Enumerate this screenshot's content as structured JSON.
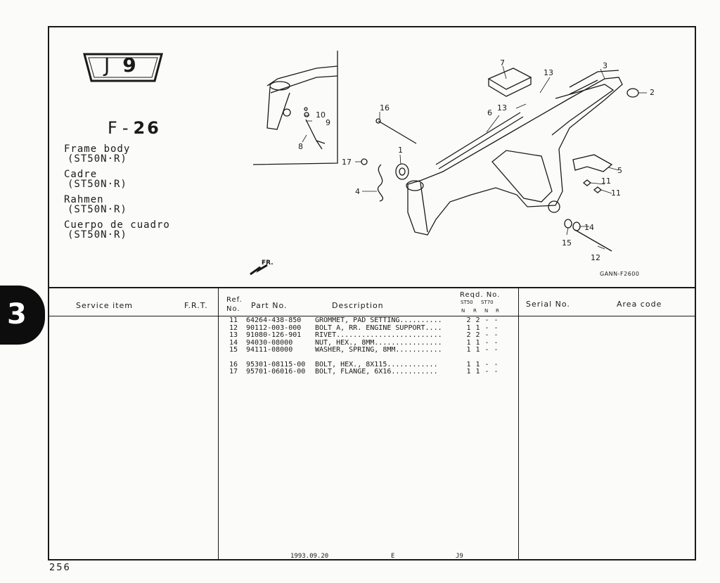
{
  "section_tab": "3",
  "group_code": {
    "letter": "J",
    "number": "9"
  },
  "figure": {
    "prefix": "F",
    "dash": "-",
    "number": "26"
  },
  "names": [
    {
      "name": "Frame body",
      "model": "(ST50N·R)"
    },
    {
      "name": "Cadre",
      "model": "(ST50N·R)"
    },
    {
      "name": "Rahmen",
      "model": "(ST50N·R)"
    },
    {
      "name": "Cuerpo de cuadro",
      "model": "(ST50N·R)"
    }
  ],
  "diagram": {
    "callouts": [
      "1",
      "2",
      "3",
      "4",
      "5",
      "6",
      "7",
      "8",
      "9",
      "10",
      "11",
      "11",
      "12",
      "13",
      "13",
      "14",
      "15",
      "16",
      "17"
    ],
    "front_marker": "FR.",
    "drawing_code": "GANN-F2600"
  },
  "table": {
    "headers": {
      "service_item": "Service  item",
      "frt": "F.R.T.",
      "ref": "Ref.",
      "no": "No.",
      "part_no": "Part No.",
      "description": "Description",
      "reqd": "Reqd. No.",
      "st50": "ST50",
      "st70": "ST70",
      "n1": "N",
      "r1": "R",
      "n2": "N",
      "r2": "R",
      "serial": "Serial No.",
      "area": "Area code"
    },
    "rows": [
      {
        "ref": "11",
        "part": "64264-438-850",
        "desc": "GROMMET, PAD SETTING..........",
        "q": [
          "2",
          "2",
          "-",
          "-"
        ]
      },
      {
        "ref": "12",
        "part": "90112-003-000",
        "desc": "BOLT A, RR. ENGINE SUPPORT....",
        "q": [
          "1",
          "1",
          "-",
          "-"
        ]
      },
      {
        "ref": "13",
        "part": "91080-126-901",
        "desc": "RIVET.........................",
        "q": [
          "2",
          "2",
          "-",
          "-"
        ]
      },
      {
        "ref": "14",
        "part": "94030-08000",
        "desc": "NUT, HEX., 8MM................",
        "q": [
          "1",
          "1",
          "-",
          "-"
        ]
      },
      {
        "ref": "15",
        "part": "94111-08000",
        "desc": "WASHER, SPRING, 8MM...........",
        "q": [
          "1",
          "1",
          "-",
          "-"
        ]
      },
      {
        "ref": "16",
        "part": "95301-08115-00",
        "desc": "BOLT, HEX., 8X115............",
        "q": [
          "1",
          "1",
          "-",
          "-"
        ]
      },
      {
        "ref": "17",
        "part": "95701-06016-00",
        "desc": "BOLT, FLANGE, 6X16...........",
        "q": [
          "1",
          "1",
          "-",
          "-"
        ]
      }
    ]
  },
  "footer": {
    "date": "1993.09.20",
    "edition": "E",
    "code": "J9"
  },
  "page_number": "256"
}
